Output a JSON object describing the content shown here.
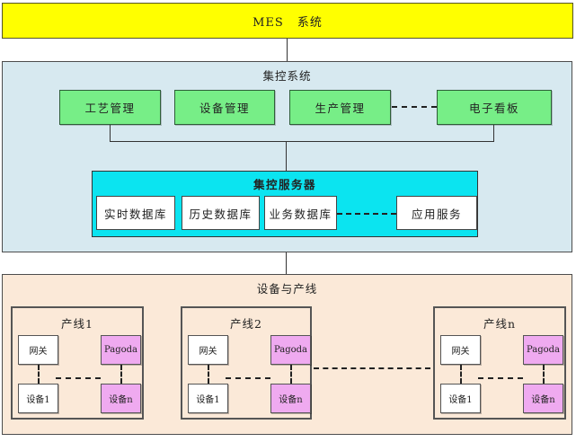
{
  "banner": {
    "title": "MES 系统"
  },
  "control_system": {
    "title": "集控系统",
    "modules": [
      "工艺管理",
      "设备管理",
      "生产管理",
      "电子看板"
    ],
    "server": {
      "title": "集控服务器",
      "components": [
        "实时数据库",
        "历史数据库",
        "业务数据库",
        "应用服务"
      ]
    }
  },
  "device_section": {
    "title": "设备与产线",
    "lines": [
      {
        "title": "产线1",
        "gateway": "网关",
        "pagoda": "Pagoda",
        "device_first": "设备1",
        "device_last": "设备n"
      },
      {
        "title": "产线2",
        "gateway": "网关",
        "pagoda": "Pagoda",
        "device_first": "设备1",
        "device_last": "设备n"
      },
      {
        "title": "产线n",
        "gateway": "网关",
        "pagoda": "Pagoda",
        "device_first": "设备1",
        "device_last": "设备n"
      }
    ]
  },
  "colors": {
    "banner_bg": "#ffff00",
    "control_section_bg": "#d7e9f0",
    "module_bg": "#77ee87",
    "server_bg": "#0be4f0",
    "component_bg": "#ffffff",
    "device_section_bg": "#fbe9d8",
    "pagoda_bg": "#efaaf0"
  }
}
